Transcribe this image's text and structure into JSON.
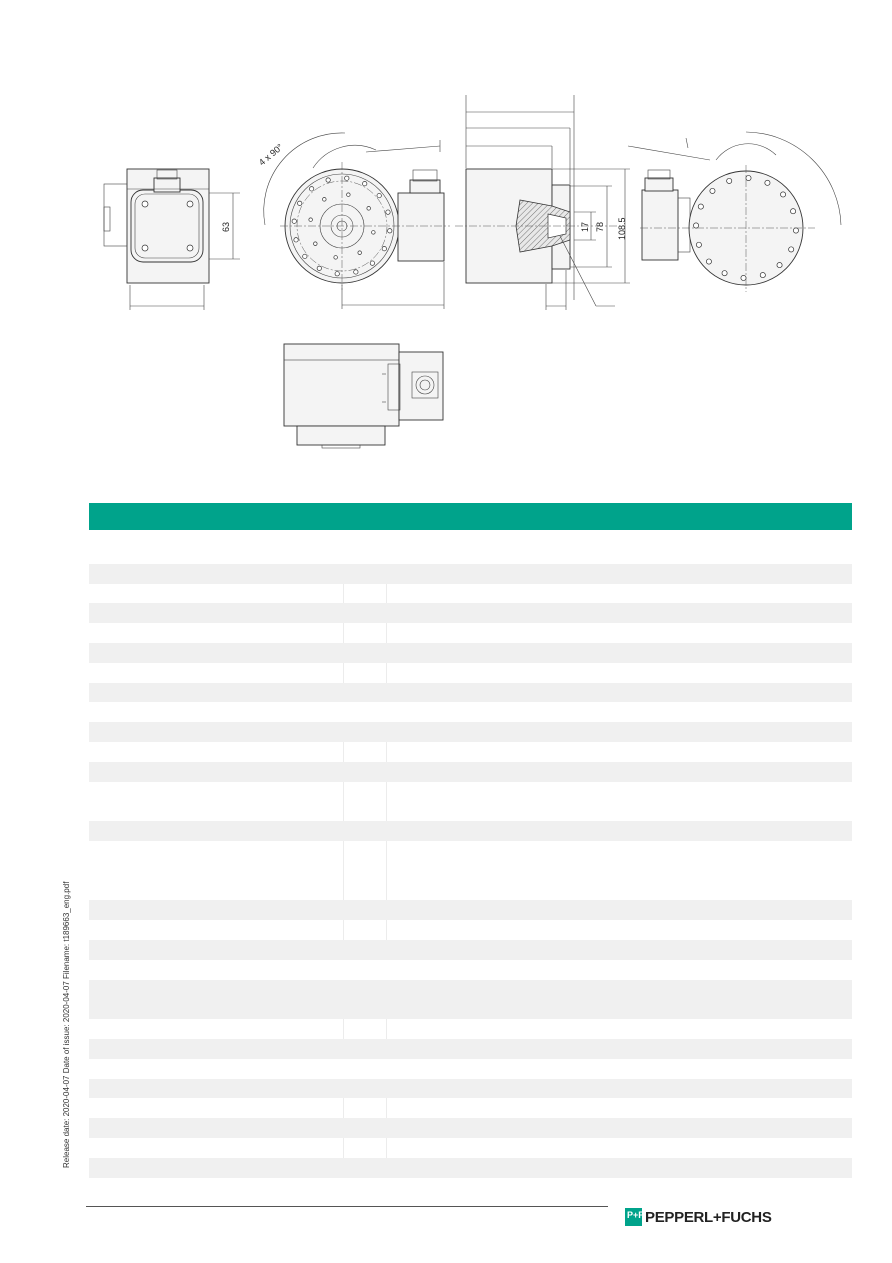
{
  "drawing": {
    "dim_63": "63",
    "dim_4x90": "4 x 90°",
    "dim_17": "17",
    "dim_78": "78",
    "dim_108_5": "108.5"
  },
  "table": {
    "rows": [
      {
        "style": "odd",
        "cols": 1
      },
      {
        "style": "even",
        "cols": 1
      },
      {
        "style": "odd",
        "cols": 3
      },
      {
        "style": "even",
        "cols": 1
      },
      {
        "style": "odd",
        "cols": 3
      },
      {
        "style": "even",
        "cols": 1
      },
      {
        "style": "odd",
        "cols": 3
      },
      {
        "style": "even",
        "cols": 1
      },
      {
        "style": "odd",
        "cols": 1
      },
      {
        "style": "even",
        "cols": 1
      },
      {
        "style": "odd",
        "cols": 3
      },
      {
        "style": "even",
        "cols": 1
      },
      {
        "style": "odd",
        "cols": 3,
        "tall": 2
      },
      {
        "style": "even",
        "cols": 1
      },
      {
        "style": "odd",
        "cols": 3,
        "tall": 3
      },
      {
        "style": "even",
        "cols": 1
      },
      {
        "style": "odd",
        "cols": 3
      },
      {
        "style": "even",
        "cols": 1
      },
      {
        "style": "odd",
        "cols": 1
      },
      {
        "style": "even",
        "cols": 1,
        "tall": 2
      },
      {
        "style": "odd",
        "cols": 3
      },
      {
        "style": "even",
        "cols": 1
      },
      {
        "style": "odd",
        "cols": 1
      },
      {
        "style": "even",
        "cols": 1
      },
      {
        "style": "odd",
        "cols": 3
      },
      {
        "style": "even",
        "cols": 1
      },
      {
        "style": "odd",
        "cols": 3
      },
      {
        "style": "even",
        "cols": 1
      }
    ]
  },
  "side_text": "Release date: 2020-04-07 Date of issue: 2020-04-07 Filename: t189663_eng.pdf",
  "logo": {
    "mark": "P+F",
    "text": "PEPPERL+FUCHS",
    "color": "#00a38b"
  },
  "accent_color": "#00a38b"
}
